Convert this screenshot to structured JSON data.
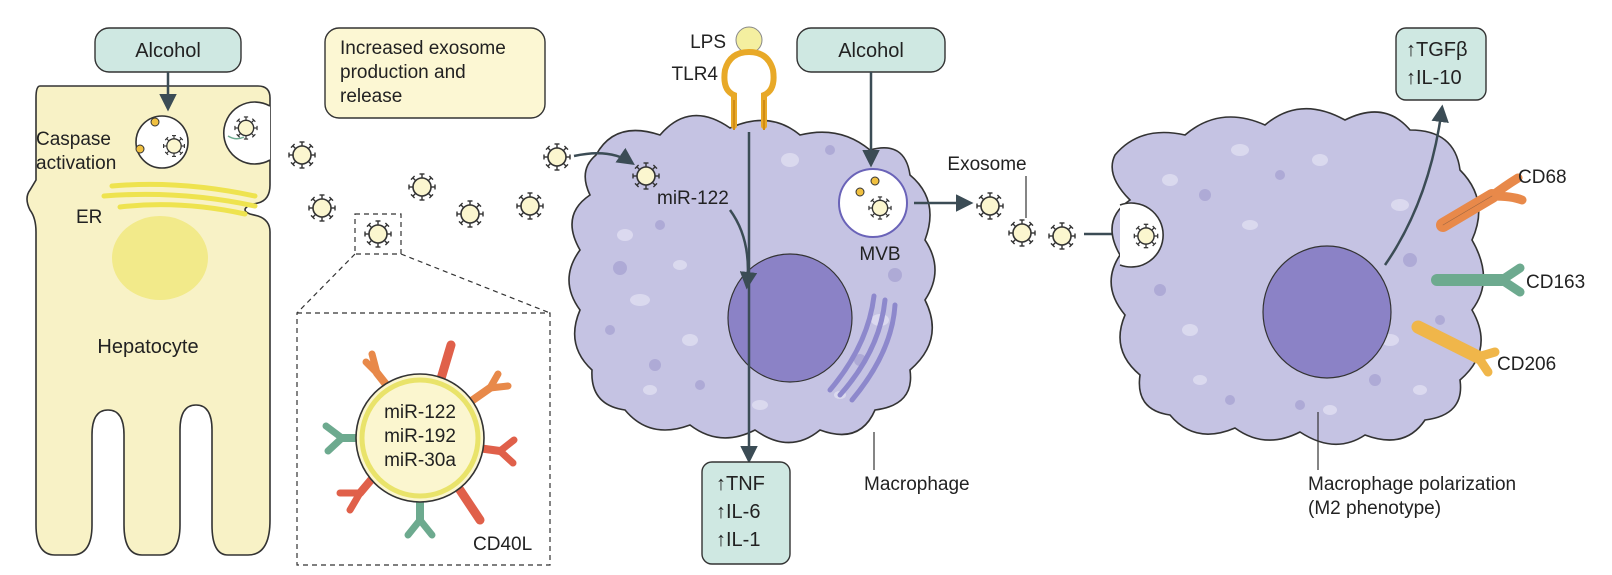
{
  "labels": {
    "alcohol_left": "Alcohol",
    "caspase_line1": "Caspase",
    "caspase_line2": "activation",
    "er": "ER",
    "hepatocyte": "Hepatocyte",
    "exosome_box_line1": "Increased exosome",
    "exosome_box_line2": "production and",
    "exosome_box_line3": "release",
    "mir122_cargo": "miR-122",
    "mir192_cargo": "miR-192",
    "mir30a_cargo": "miR-30a",
    "cd40l": "CD40L",
    "lps": "LPS",
    "tlr4": "TLR4",
    "mir122_macrophage": "miR-122",
    "alcohol_right": "Alcohol",
    "mvb": "MVB",
    "exosome": "Exosome",
    "macrophage": "Macrophage",
    "tnf": "↑TNF",
    "il6": "↑IL-6",
    "il1": "↑IL-1",
    "tgfb": "↑TGFβ",
    "il10": "↑IL-10",
    "cd68": "CD68",
    "cd163": "CD163",
    "cd206": "CD206",
    "polarization_line1": "Macrophage polarization",
    "polarization_line2": "(M2 phenotype)"
  },
  "colors": {
    "hepatocyte": "#f8f2c6",
    "macrophage": "#c5c3e3",
    "nucleus": "#8b82c6",
    "teal_box": "#cfe8e2",
    "yellow_box": "#fcf7d3",
    "arrow": "#3b4c55",
    "cd68": "#e8894a",
    "cd163": "#6daa8f",
    "cd206": "#f0b64a",
    "receptor_red": "#e0604a",
    "tlr4": "#e8a928"
  }
}
